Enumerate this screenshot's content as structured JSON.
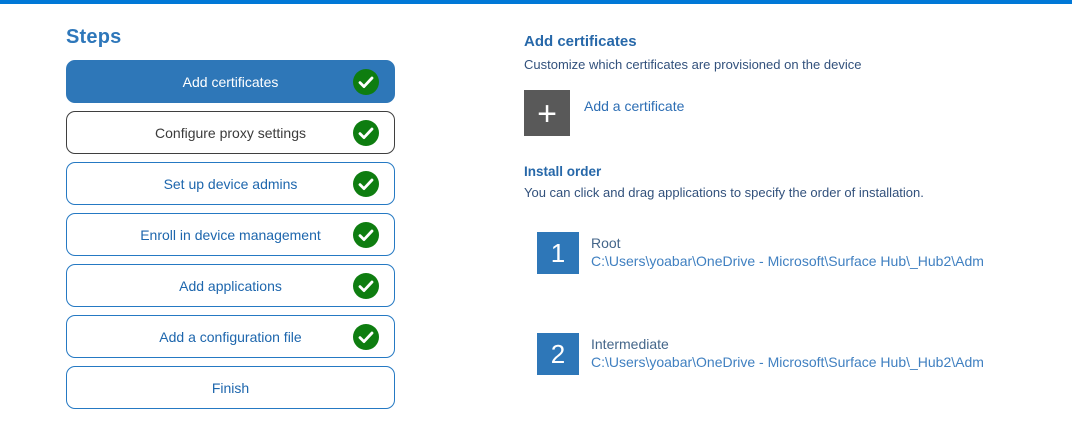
{
  "colors": {
    "top_accent": "#0078d7",
    "step_active_fill": "#2e77b8",
    "step_border_blue": "#2579c3",
    "step_border_gray": "#3f3f3f",
    "check_green": "#0e7d10",
    "plus_square_gray": "#595959",
    "number_square_blue": "#2e77b8",
    "heading_blue": "#2768a9",
    "body_text": "#32517c"
  },
  "steps_panel": {
    "title": "Steps",
    "items": [
      {
        "label": "Add certificates",
        "state": "active",
        "checked": true
      },
      {
        "label": "Configure proxy settings",
        "state": "visited",
        "checked": true
      },
      {
        "label": "Set up device admins",
        "state": "done",
        "checked": true
      },
      {
        "label": "Enroll in device management",
        "state": "done",
        "checked": true
      },
      {
        "label": "Add applications",
        "state": "done",
        "checked": true
      },
      {
        "label": "Add a configuration file",
        "state": "done",
        "checked": true
      },
      {
        "label": "Finish",
        "state": "pending",
        "checked": false
      }
    ]
  },
  "main": {
    "title": "Add certificates",
    "subtitle": "Customize which certificates are provisioned on the device",
    "add_button": {
      "icon": "plus-icon",
      "glyph": "+",
      "label": "Add a certificate"
    },
    "install_order": {
      "title": "Install order",
      "description": "You can click and drag applications to specify the order of installation.",
      "items": [
        {
          "number": "1",
          "name": "Root",
          "path": "C:\\Users\\yoabar\\OneDrive - Microsoft\\Surface Hub\\_Hub2\\Adm"
        },
        {
          "number": "2",
          "name": "Intermediate",
          "path": "C:\\Users\\yoabar\\OneDrive - Microsoft\\Surface Hub\\_Hub2\\Adm"
        }
      ]
    }
  }
}
